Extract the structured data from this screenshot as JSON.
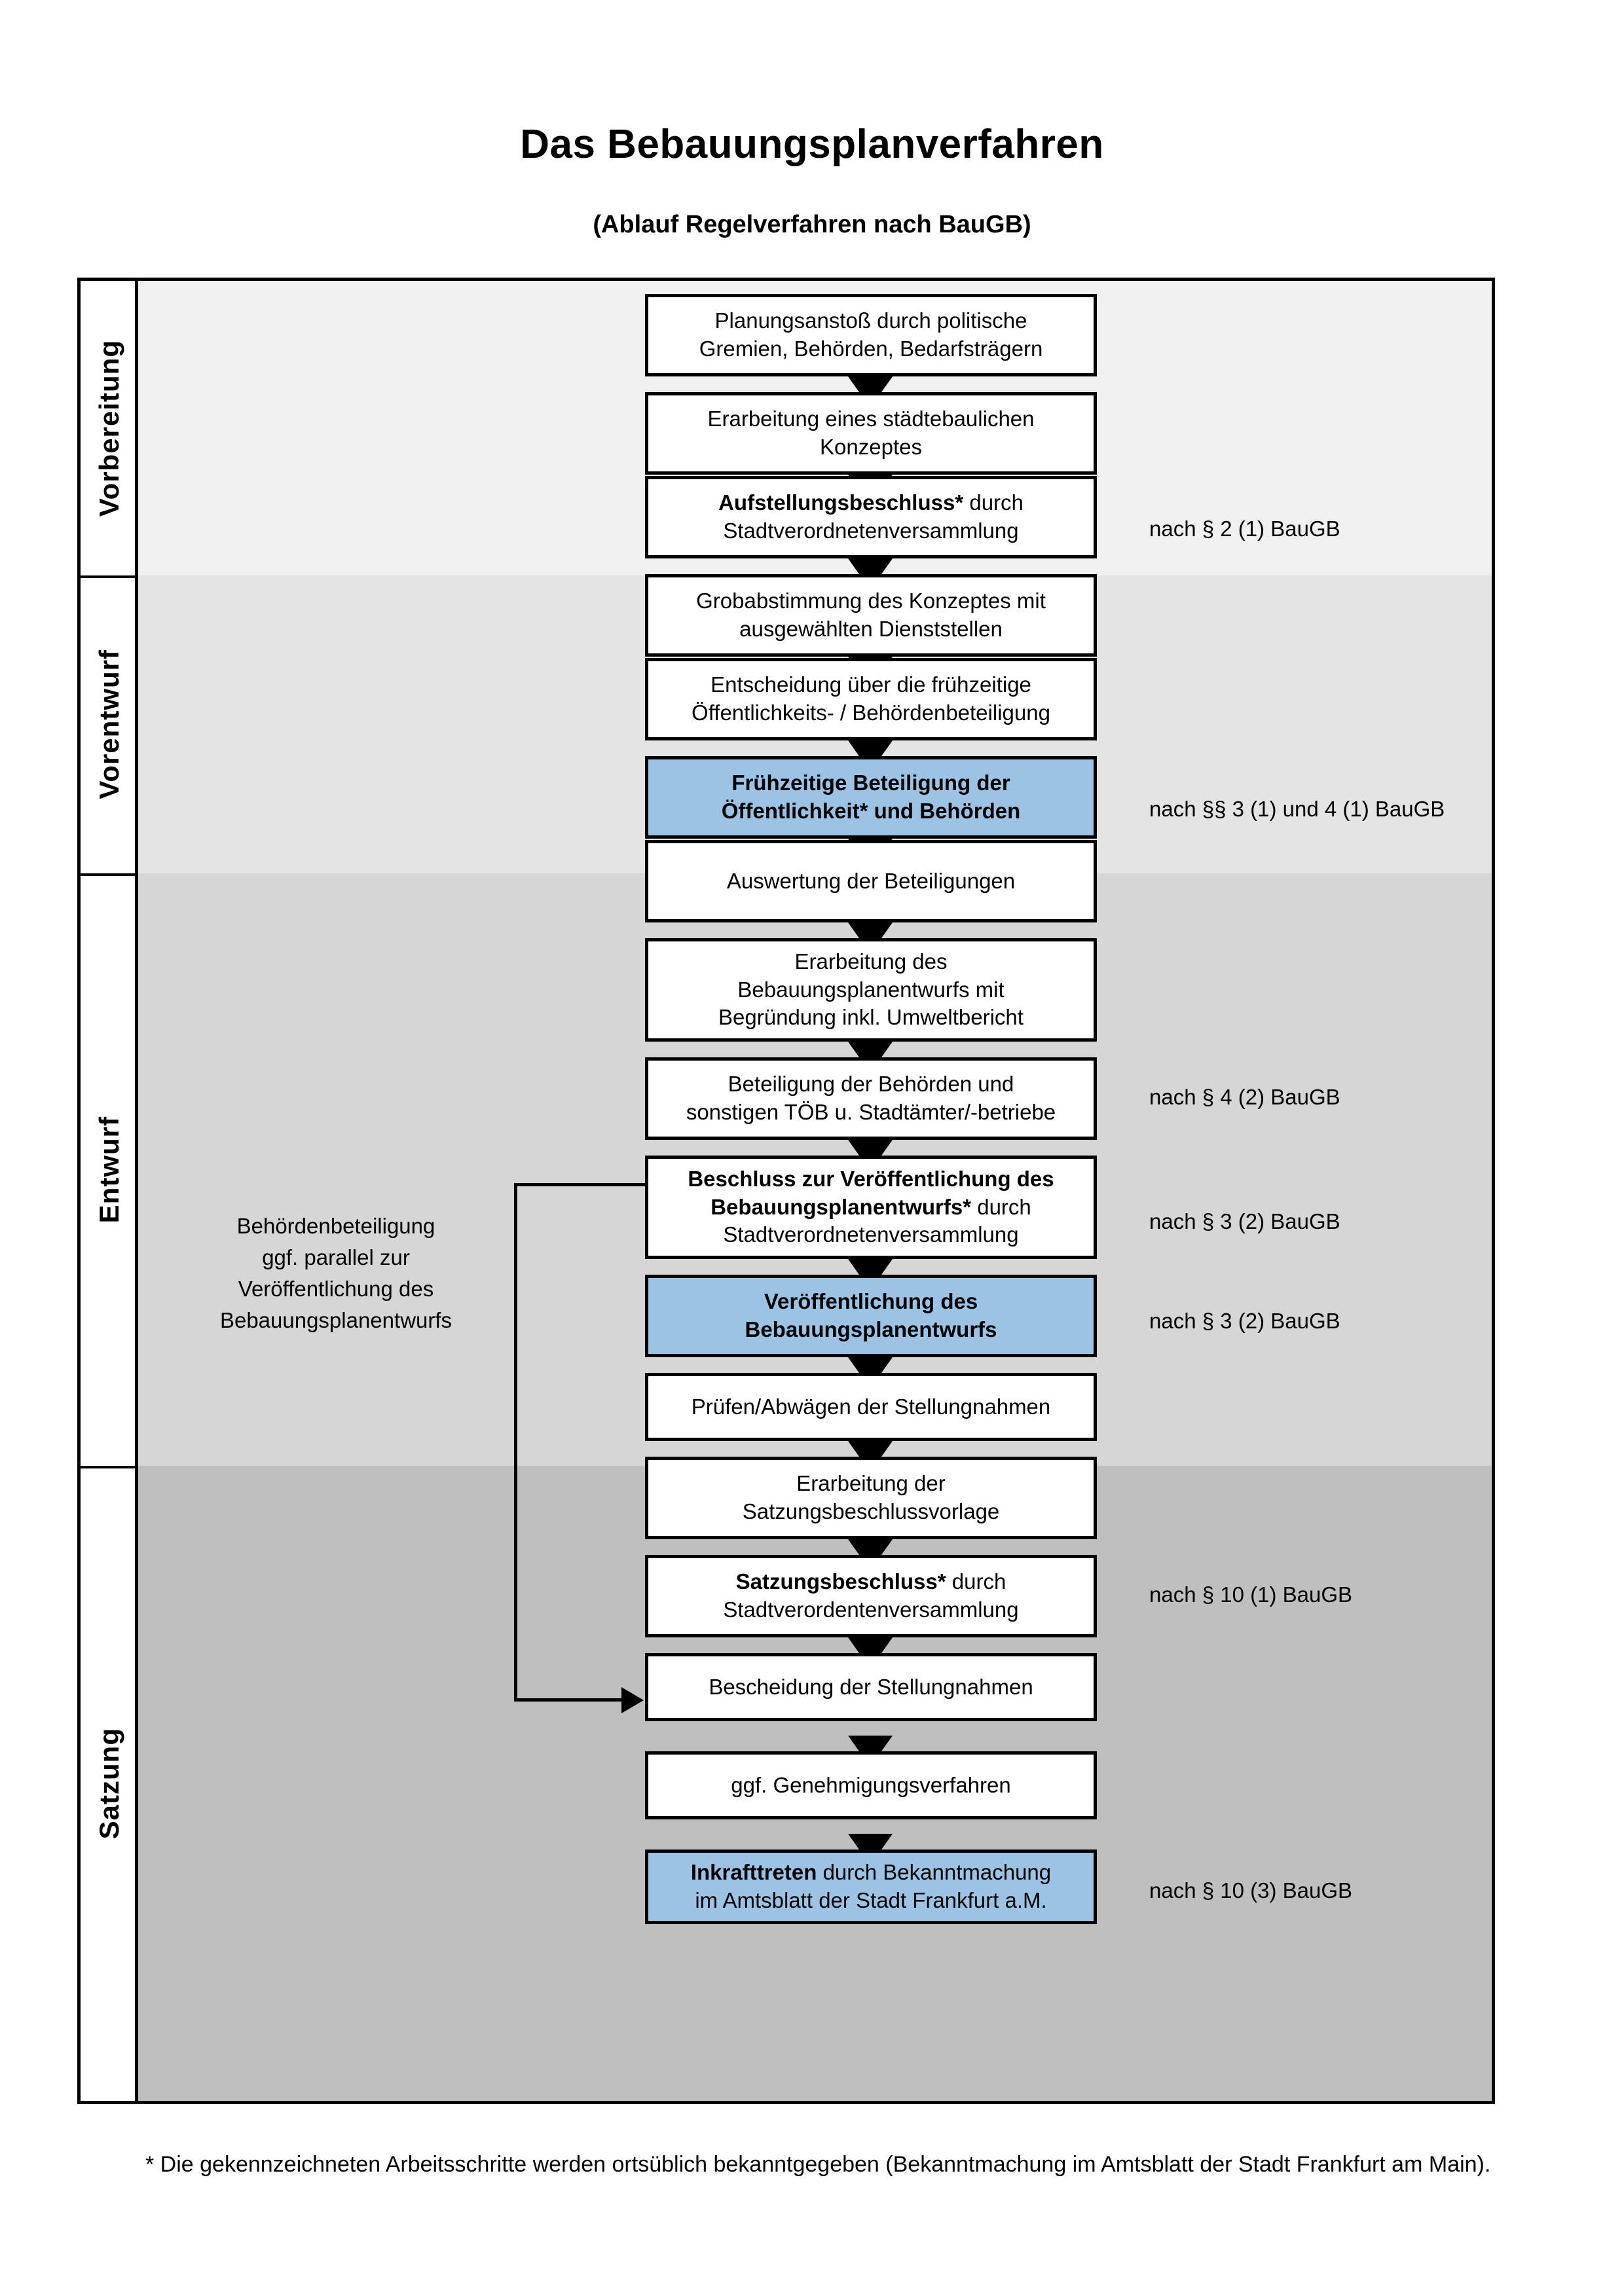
{
  "header": {
    "title": "Das Bebauungsplanverfahren",
    "subtitle": "(Ablauf Regelverfahren nach BauGB)"
  },
  "colors": {
    "highlight_box": "#9CC3E5",
    "band_vorbereitung": "#F0F0F0",
    "band_vorentwurf": "#E4E4E4",
    "band_entwurf": "#D6D6D6",
    "band_satzung": "#BFBFBF",
    "outline": "#000000",
    "page_background": "#FFFFFF"
  },
  "phases": [
    {
      "label": "Vorbereitung"
    },
    {
      "label": "Vorentwurf"
    },
    {
      "label": "Entwurf"
    },
    {
      "label": "Satzung"
    }
  ],
  "steps": [
    {
      "line1": "Planungsanstoß durch politische",
      "line2": "Gremien, Behörden, Bedarfsträgern",
      "bold1": "",
      "highlight": false
    },
    {
      "line1": "Erarbeitung eines städtebaulichen",
      "line2": "Konzeptes",
      "bold1": "",
      "highlight": false
    },
    {
      "bold1": "Aufstellungsbeschluss*",
      "line1": " durch",
      "line2": "Stadtverordnetenversammlung",
      "highlight": false
    },
    {
      "line1": "Grobabstimmung des Konzeptes mit",
      "line2": "ausgewählten Dienststellen",
      "bold1": "",
      "highlight": false
    },
    {
      "line1": "Entscheidung über die frühzeitige",
      "line2": "Öffentlichkeits- / Behördenbeteiligung",
      "bold1": "",
      "highlight": false
    },
    {
      "bold1": "Frühzeitige Beteiligung der",
      "line2": "Öffentlichkeit* und Behörden",
      "line1": "",
      "highlight": true,
      "allbold": true
    },
    {
      "line1": "Auswertung der Beteiligungen",
      "line2": "",
      "bold1": "",
      "highlight": false
    },
    {
      "line1": "Erarbeitung des",
      "line2": "Bebauungsplanentwurfs mit",
      "line3": "Begründung inkl. Umweltbericht",
      "bold1": "",
      "highlight": false
    },
    {
      "line1": "Beteiligung der Behörden und",
      "line2": "sonstigen TÖB u. Stadtämter/-betriebe",
      "bold1": "",
      "highlight": false
    },
    {
      "bold1": "Beschluss zur Veröffentlichung des",
      "bold2": "Bebauungsplanentwurfs*",
      "line2": " durch",
      "line3": "Stadtverordnetenversammlung",
      "line1": "",
      "highlight": false
    },
    {
      "bold1": "Veröffentlichung des",
      "line2": "Bebauungsplanentwurfs",
      "line1": "",
      "highlight": true,
      "allbold": true
    },
    {
      "line1": "Prüfen/Abwägen der Stellungnahmen",
      "line2": "",
      "bold1": "",
      "highlight": false
    },
    {
      "line1": "Erarbeitung der",
      "line2": "Satzungsbeschlussvorlage",
      "bold1": "",
      "highlight": false
    },
    {
      "bold1": "Satzungsbeschluss*",
      "line1": " durch",
      "line2": "Stadtverordentenversammlung",
      "highlight": false
    },
    {
      "line1": "Bescheidung der Stellungnahmen",
      "line2": "",
      "bold1": "",
      "highlight": false
    },
    {
      "line1": "ggf. Genehmigungsverfahren",
      "line2": "",
      "bold1": "",
      "highlight": false
    },
    {
      "bold1": "Inkrafttreten",
      "line1": " durch Bekanntmachung",
      "line2": "im Amtsblatt der Stadt Frankfurt a.M.",
      "highlight": true
    }
  ],
  "law_references": [
    {
      "text": "nach § 2 (1) BauGB"
    },
    {
      "text": "nach §§ 3 (1) und 4 (1) BauGB"
    },
    {
      "text": "nach § 4 (2) BauGB"
    },
    {
      "text": "nach § 3 (2) BauGB"
    },
    {
      "text": "nach § 3 (2) BauGB"
    },
    {
      "text": "nach § 10 (1) BauGB"
    },
    {
      "text": "nach § 10 (3) BauGB"
    }
  ],
  "side_note": {
    "line1": "Behördenbeteiligung",
    "line2": "ggf. parallel zur",
    "line3": "Veröffentlichung des",
    "line4": "Bebauungsplanentwurfs"
  },
  "footnote": {
    "text": "* Die gekennzeichneten Arbeitsschritte werden ortsüblich bekanntgegeben (Bekanntmachung im Amtsblatt  der Stadt Frankfurt am Main)."
  }
}
